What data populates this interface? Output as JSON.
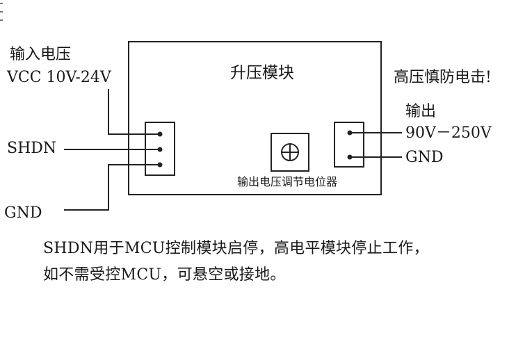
{
  "input": {
    "title": "输入电压",
    "vcc": "VCC 10V-24V",
    "shdn": "SHDN",
    "gnd": "GND"
  },
  "module": {
    "title": "升压模块",
    "pot_label": "输出电压调节电位器"
  },
  "warning": "高压慎防电击!",
  "output": {
    "title": "输出",
    "voltage": "90V－250V",
    "gnd": "GND"
  },
  "notes": [
    "SHDN用于MCU控制模块启停，高电平模块停止工作，",
    "如不需受控MCU，可悬空或接地。"
  ]
}
